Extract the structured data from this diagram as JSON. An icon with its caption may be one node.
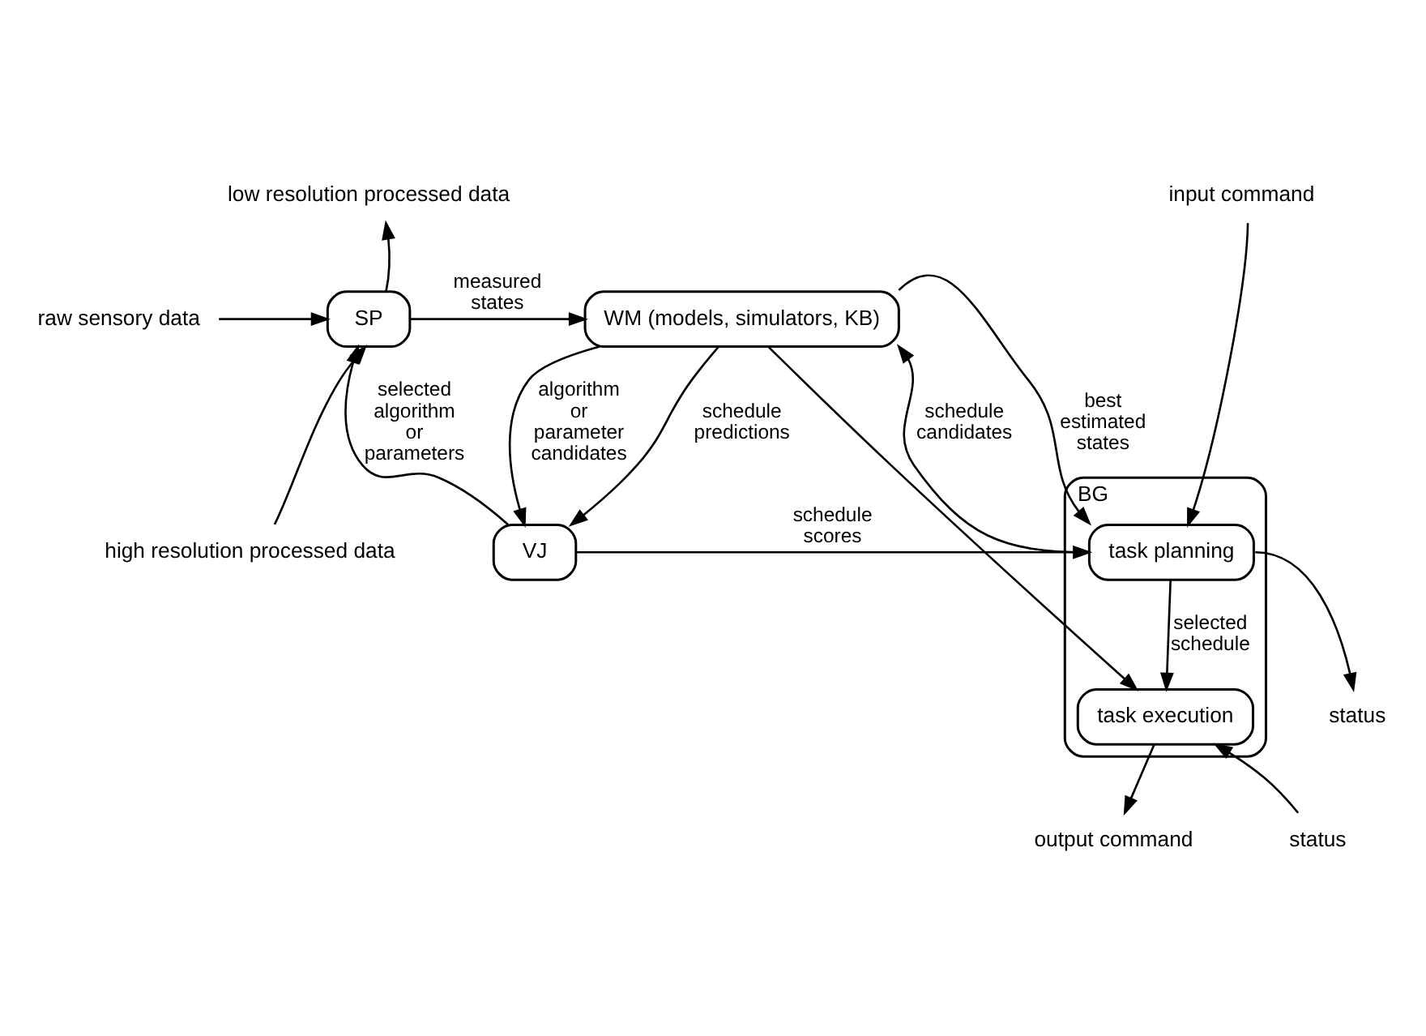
{
  "diagram": {
    "nodes": [
      {
        "text": [
          "SP"
        ]
      },
      {
        "text": [
          "WM (models, simulators, KB)"
        ]
      },
      {
        "text": [
          "VJ"
        ]
      },
      {
        "text": [
          "BG"
        ]
      },
      {
        "text": [
          "task planning"
        ],
        "in": 3
      },
      {
        "text": [
          "task execution"
        ],
        "in": 3
      },
      {
        "text": [
          "low resolution processed data"
        ]
      },
      {
        "text": [
          "raw sensory data"
        ]
      },
      {
        "text": [
          "high resolution processed data"
        ]
      },
      {
        "text": [
          "input command"
        ]
      },
      {
        "text": [
          "status"
        ]
      },
      {
        "text": [
          "status"
        ]
      },
      {
        "text": [
          "output command"
        ]
      }
    ],
    "edges": [
      {
        "from": 0,
        "to": 1,
        "arrow": "to",
        "label": "measured states"
      },
      {
        "from": 0,
        "to": 6,
        "arrow": "to"
      },
      {
        "from": 7,
        "to": 0,
        "arrow": "to"
      },
      {
        "from": 8,
        "to": 0,
        "arrow": "to"
      },
      {
        "from": 2,
        "to": 0,
        "arrow": "to",
        "label": "selected algorithm or parameters"
      },
      {
        "from": 1,
        "to": 2,
        "arrow": "to",
        "label": "algorithm or parameter candidates"
      },
      {
        "from": 1,
        "to": 2,
        "arrow": "to",
        "label": "schedule predictions"
      },
      {
        "from": 2,
        "to": 4,
        "arrow": "to",
        "label": "schedule scores"
      },
      {
        "from": 1,
        "to": 4,
        "arrow": "to",
        "label": "best estimated states"
      },
      {
        "from": 1,
        "to": 5,
        "arrow": "to"
      },
      {
        "from": 4,
        "to": 1,
        "arrow": "to",
        "label": "schedule candidates"
      },
      {
        "from": 4,
        "to": 5,
        "arrow": "to",
        "label": "selected schedule"
      },
      {
        "from": 9,
        "to": 4,
        "arrow": "to"
      },
      {
        "from": 4,
        "to": 10,
        "arrow": "to"
      },
      {
        "from": 11,
        "to": 5,
        "arrow": "to"
      },
      {
        "from": 5,
        "to": 12,
        "arrow": "to"
      }
    ]
  }
}
